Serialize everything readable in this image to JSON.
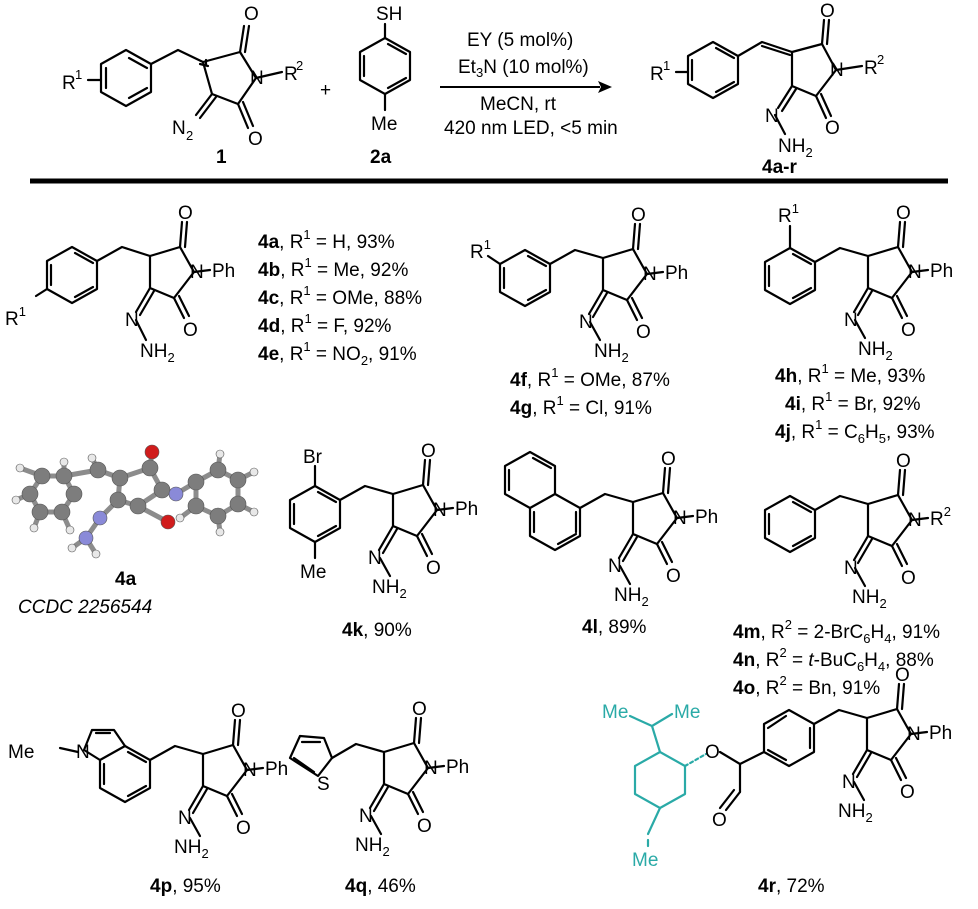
{
  "scheme": {
    "reactant_1": {
      "atoms": {
        "r1": "R",
        "r1_sup": "1",
        "n": "N",
        "r2": "R",
        "r2_sup": "2",
        "o_top": "O",
        "o_bot": "O",
        "n2": "N",
        "n2_sub": "2"
      },
      "label": "1"
    },
    "plus": "+",
    "reactant_2": {
      "atoms": {
        "sh": "SH",
        "me": "Me"
      },
      "label": "2a"
    },
    "conditions": {
      "line1": "EY (5 mol%)",
      "line2_a": "Et",
      "line2_sub": "3",
      "line2_b": "N (10 mol%)",
      "line3": "MeCN, rt",
      "line4": "420 nm LED, <5 min"
    },
    "product": {
      "atoms": {
        "r1": "R",
        "r1_sup": "1",
        "n": "N",
        "r2": "R",
        "r2_sup": "2",
        "o_top": "O",
        "o_bot": "O",
        "hydrazone_n": "N",
        "nh2": "NH",
        "nh2_sub": "2"
      },
      "label": "4a-r"
    }
  },
  "common_atoms": {
    "o": "O",
    "n": "N",
    "nh": "NH",
    "sub2": "2",
    "ph": "Ph",
    "r": "R",
    "sup1": "1",
    "sup2": "2",
    "me": "Me",
    "br": "Br",
    "s": "S"
  },
  "row1": {
    "p1": {
      "entries": [
        {
          "id": "4a",
          "text": ", R",
          "sup": "1",
          "rest": " = H, 93%"
        },
        {
          "id": "4b",
          "text": ", R",
          "sup": "1",
          "rest": " = Me, 92%"
        },
        {
          "id": "4c",
          "text": ", R",
          "sup": "1",
          "rest": " = OMe, 88%"
        },
        {
          "id": "4d",
          "text": ", R",
          "sup": "1",
          "rest": " = F, 92%"
        },
        {
          "id": "4e",
          "text": ", R",
          "sup": "1",
          "rest": " = NO",
          "sub": "2",
          "rest2": ", 91%"
        }
      ]
    },
    "p2": {
      "entries": [
        {
          "id": "4f",
          "text": ", R",
          "sup": "1",
          "rest": " = OMe, 87%"
        },
        {
          "id": "4g",
          "text": ", R",
          "sup": "1",
          "rest": " = Cl, 91%"
        }
      ]
    },
    "p3": {
      "entries": [
        {
          "id": "4h",
          "text": ", R",
          "sup": "1",
          "rest": " = Me, 93%"
        },
        {
          "id": "4i",
          "text": ", R",
          "sup": "1",
          "rest": " = Br, 92%"
        },
        {
          "id": "4j",
          "text": ", R",
          "sup": "1",
          "rest": " = C",
          "sub": "6",
          "rest2": "H",
          "sub2": "5",
          "rest3": ", 93%"
        }
      ]
    }
  },
  "row2": {
    "crystal": {
      "id": "4a",
      "ccdc": "CCDC 2256544",
      "atom_colors": {
        "carbon": "#7d7d7d",
        "oxygen": "#d01c1c",
        "nitrogen": "#8a8ad8",
        "hydrogen": "#e8e8e8"
      }
    },
    "p4k": {
      "id": "4k",
      "yield": ", 90%"
    },
    "p4l": {
      "id": "4l",
      "yield": ", 89%"
    },
    "p4mo": {
      "entries": [
        {
          "id": "4m",
          "text": ", R",
          "sup": "2",
          "rest": " = 2-BrC",
          "sub": "6",
          "rest2": "H",
          "sub2": "4",
          "rest3": ", 91%"
        },
        {
          "id": "4n",
          "text": ", R",
          "sup": "2",
          "rest": " = ",
          "ital": "t",
          "rest2": "-BuC",
          "sub": "6",
          "rest3": "H",
          "sub2": "4",
          "rest4": ", 88%"
        },
        {
          "id": "4o",
          "text": ", R",
          "sup": "2",
          "rest": " = Bn, 91%"
        }
      ]
    }
  },
  "row3": {
    "p4p": {
      "id": "4p",
      "yield": ", 95%"
    },
    "p4q": {
      "id": "4q",
      "yield": ", 46%"
    },
    "p4r": {
      "id": "4r",
      "yield": ", 72%",
      "menthyl_color": "#2aaaa7"
    }
  }
}
